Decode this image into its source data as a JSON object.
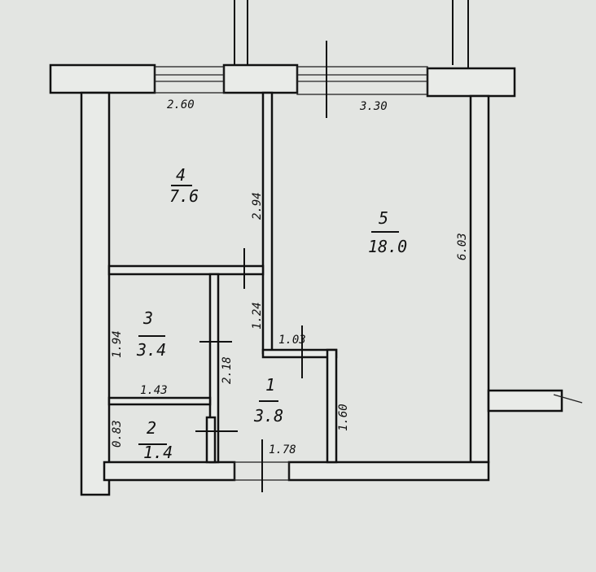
{
  "rooms": [
    {
      "number": "1",
      "area": "3.8"
    },
    {
      "number": "2",
      "area": "1.4"
    },
    {
      "number": "3",
      "area": "3.4"
    },
    {
      "number": "4",
      "area": "7.6"
    },
    {
      "number": "5",
      "area": "18.0"
    }
  ],
  "dimensions": {
    "top_left": "2.60",
    "top_right": "3.30",
    "room4_height": "2.94",
    "room5_height": "6.03",
    "corridor_upper": "1.24",
    "corridor_width": "1.03",
    "room3_height": "1.94",
    "room3_width": "1.43",
    "room1_side": "2.18",
    "room1_right": "1.60",
    "room2_height": "0.83",
    "room1_bottom": "1.78"
  }
}
